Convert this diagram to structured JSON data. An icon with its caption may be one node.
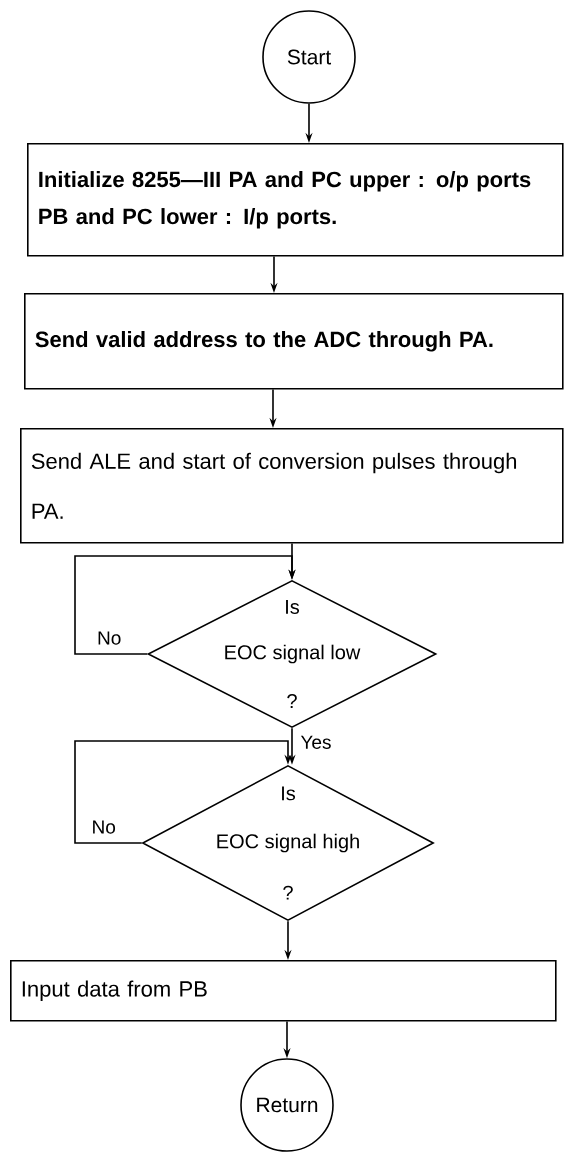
{
  "diagram": {
    "nodes": [
      {
        "text": [
          "Start"
        ]
      },
      {
        "text": [
          "Initialize 8255—III PA and PC upper : o/p ports PB and PC lower : I/p ports."
        ]
      },
      {
        "text": [
          "Send valid address to the ADC through PA."
        ]
      },
      {
        "text": [
          "Send ALE and start of conversion pulses through PA."
        ]
      },
      {
        "text": [
          "Is",
          "EOC signal low",
          "?"
        ]
      },
      {
        "text": [
          "Is",
          "EOC signal high",
          "?"
        ]
      },
      {
        "text": [
          "Input data from PB"
        ]
      },
      {
        "text": [
          "Return"
        ]
      }
    ],
    "edges": [
      {
        "from": 0,
        "to": 1,
        "arrow": "to"
      },
      {
        "from": 1,
        "to": 2,
        "arrow": "to"
      },
      {
        "from": 2,
        "to": 3,
        "arrow": "to"
      },
      {
        "from": 3,
        "to": 4,
        "arrow": "to"
      },
      {
        "from": 4,
        "to": 4,
        "arrow": "to",
        "label": "No"
      },
      {
        "from": 4,
        "to": 5,
        "arrow": "to",
        "label": "Yes"
      },
      {
        "from": 5,
        "to": 5,
        "arrow": "to",
        "label": "No"
      },
      {
        "from": 5,
        "to": 6,
        "arrow": "to"
      },
      {
        "from": 6,
        "to": 7,
        "arrow": "to"
      }
    ]
  }
}
